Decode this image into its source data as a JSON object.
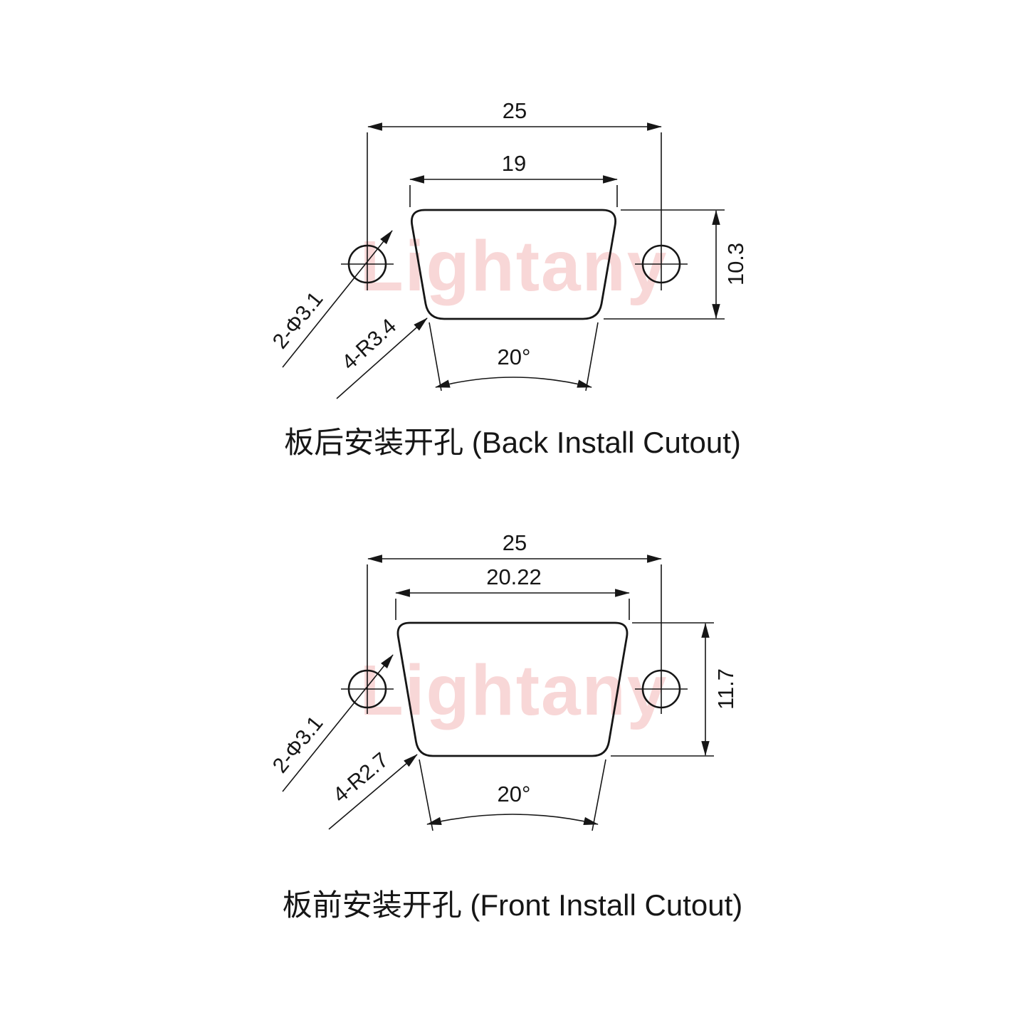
{
  "watermark": "Lightany",
  "back": {
    "title": "板后安装开孔 (Back Install Cutout)",
    "dim_outer_width": "25",
    "dim_inner_width": "19",
    "dim_height": "10.3",
    "angle": "20°",
    "holes_label": "2-Φ3.1",
    "radius_label": "4-R3.4"
  },
  "front": {
    "title": "板前安装开孔 (Front Install Cutout)",
    "dim_outer_width": "25",
    "dim_inner_width": "20.22",
    "dim_height": "11.7",
    "angle": "20°",
    "holes_label": "2-Φ3.1",
    "radius_label": "4-R2.7"
  }
}
